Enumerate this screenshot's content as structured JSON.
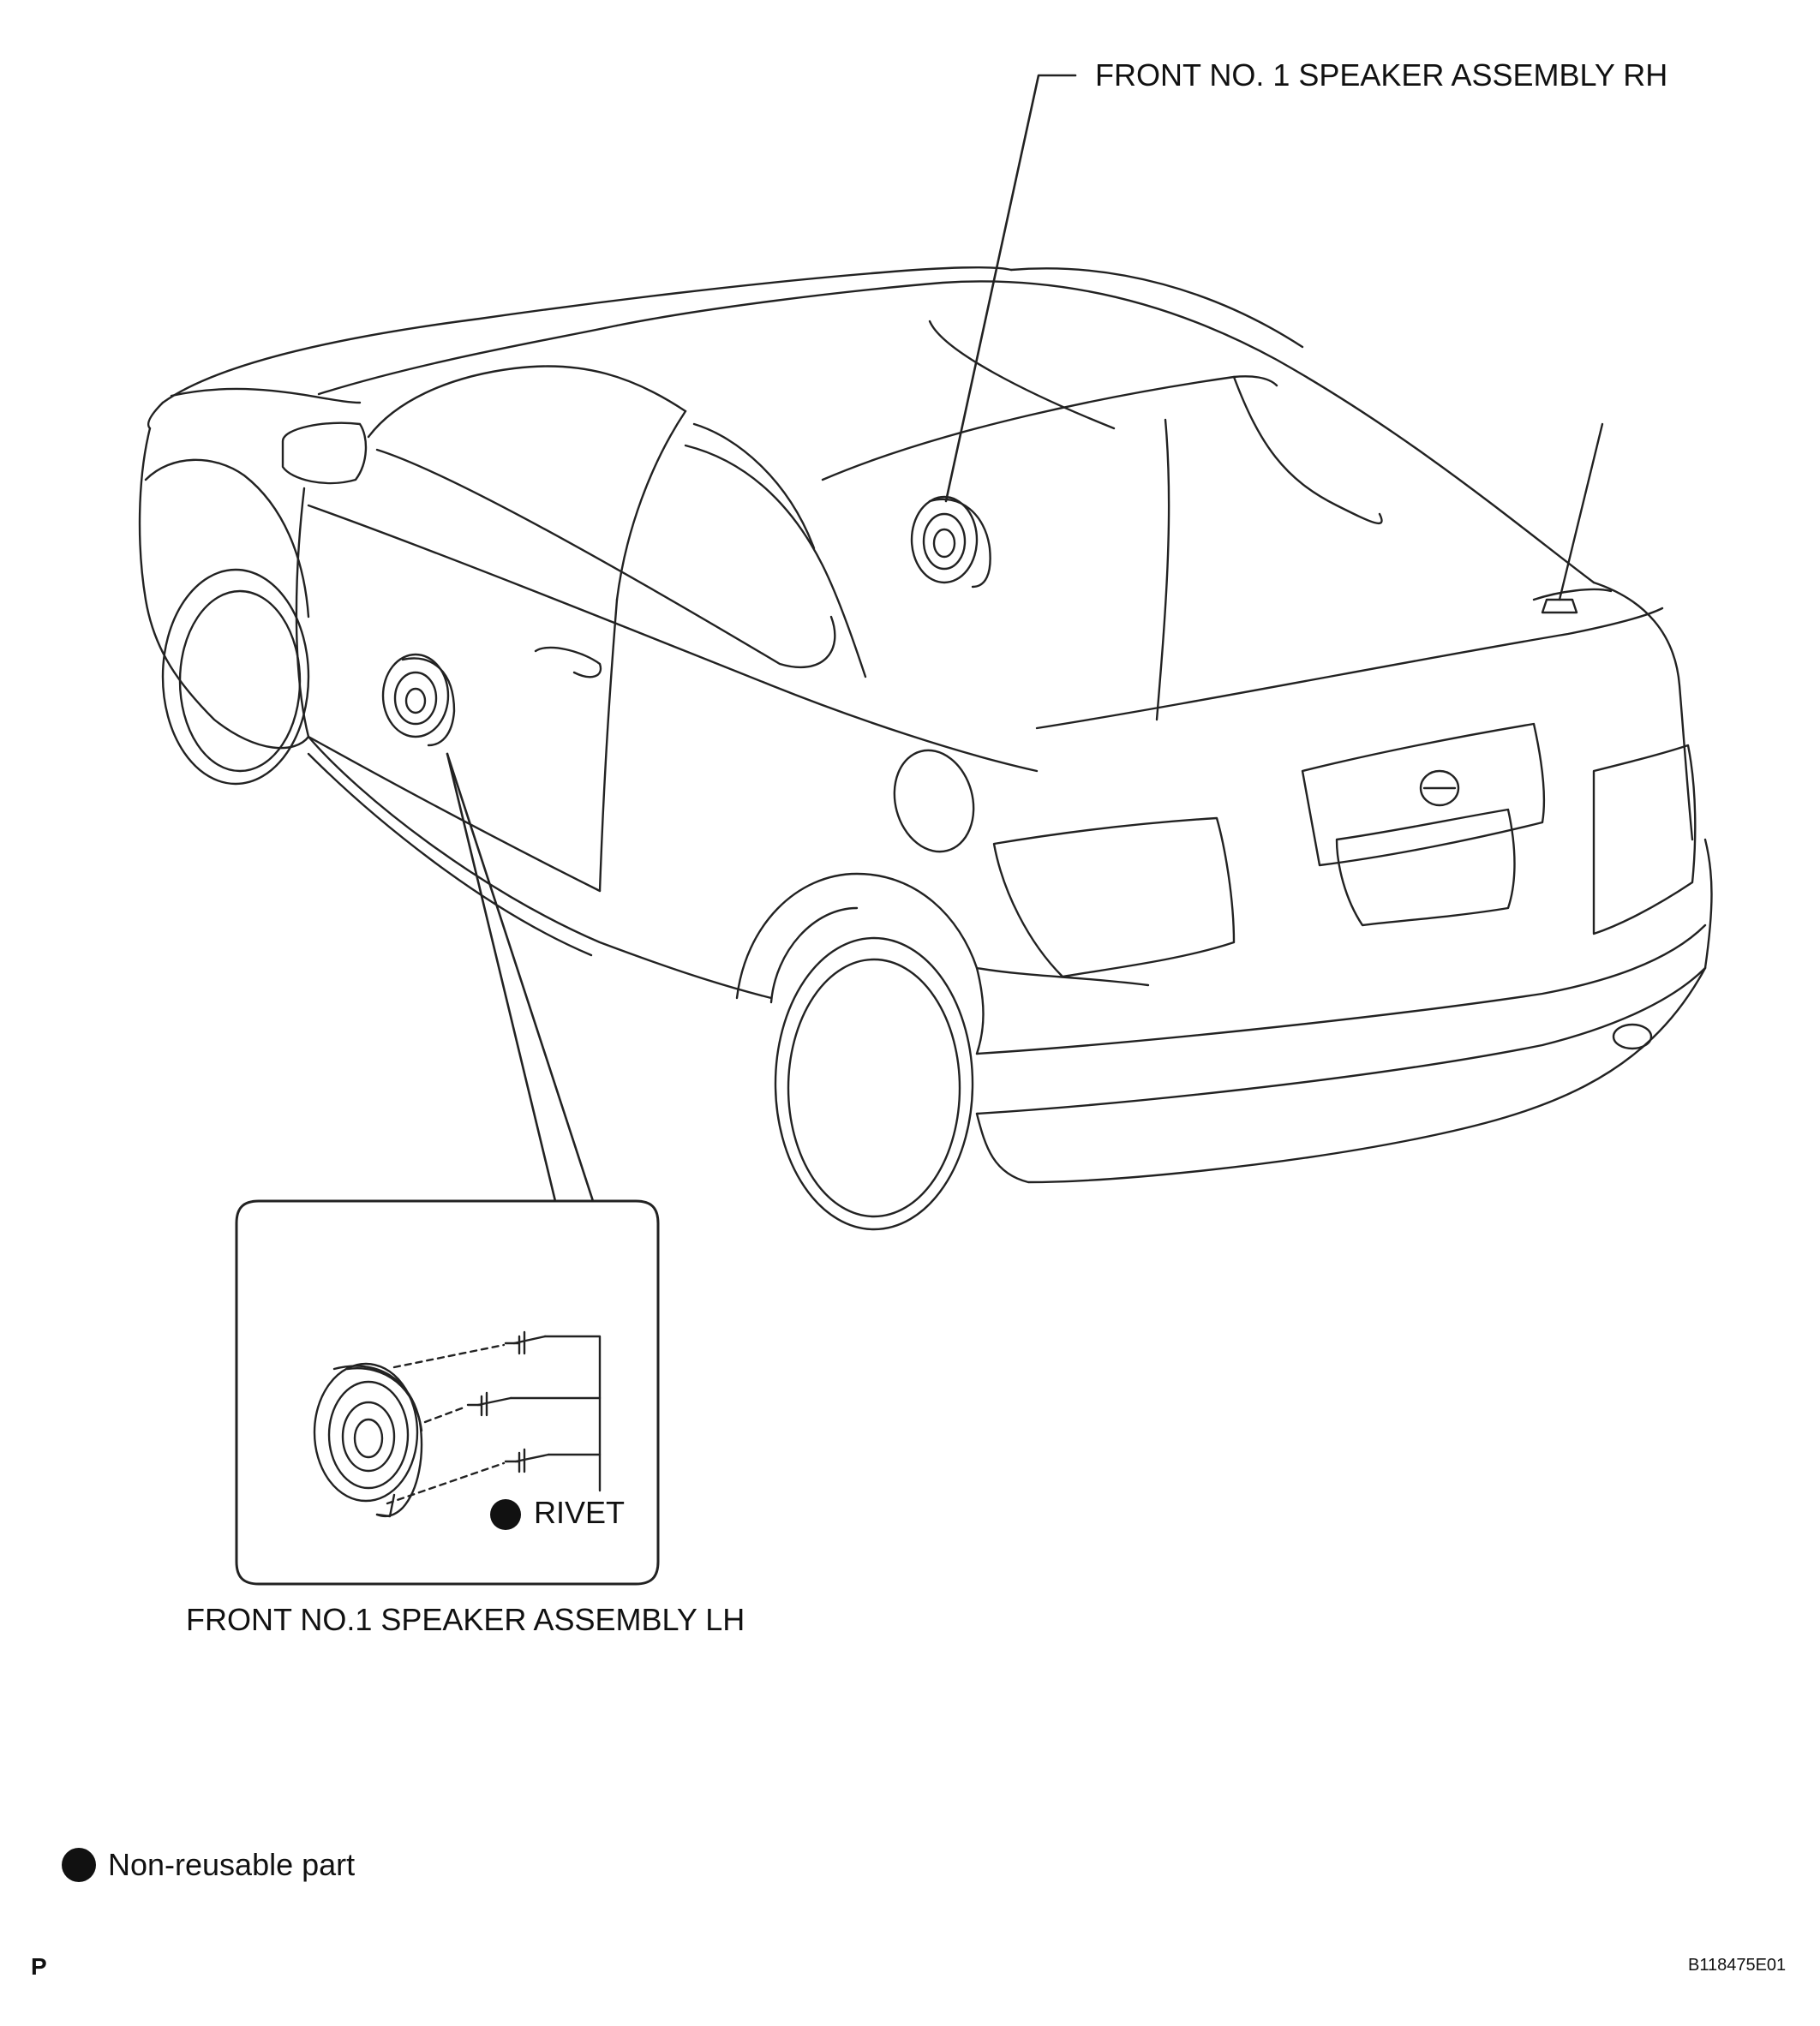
{
  "diagram": {
    "callouts": {
      "rh_label": "FRONT NO. 1 SPEAKER ASSEMBLY RH",
      "lh_label": "FRONT NO.1 SPEAKER ASSEMBLY LH",
      "rivet_label": "RIVET"
    },
    "legend": {
      "label": "Non-reusable part"
    },
    "footer": {
      "page_letter": "P",
      "figure_id": "B118475E01"
    }
  },
  "colors": {
    "line": "#222222",
    "background": "#ffffff"
  }
}
